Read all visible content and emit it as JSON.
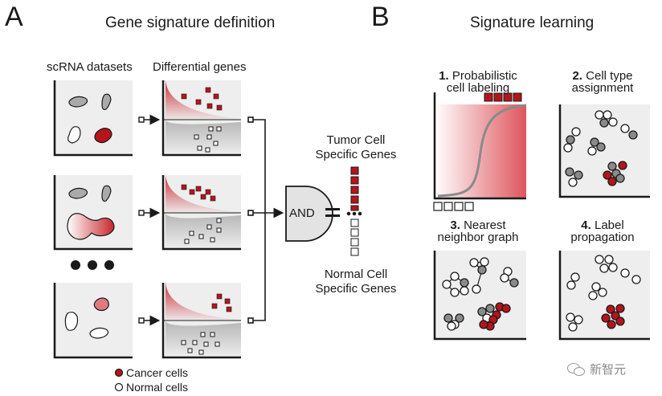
{
  "panel_a": {
    "letter": "A",
    "title": "Gene signature definition",
    "col_datasets": "scRNA datasets",
    "col_genes": "Differential genes",
    "tumor_label_1": "Tumor Cell",
    "tumor_label_2": "Specific Genes",
    "normal_label_1": "Normal Cell",
    "normal_label_2": "Specific Genes",
    "gate": "AND",
    "equals": "=",
    "legend_cancer": "Cancer cells",
    "legend_normal": "Normal cells"
  },
  "panel_b": {
    "letter": "B",
    "title": "Signature learning",
    "steps": [
      {
        "num": "1.",
        "line1": "Probabilistic",
        "line2": "cell labeling"
      },
      {
        "num": "2.",
        "line1": "Cell type",
        "line2": "assignment"
      },
      {
        "num": "3.",
        "line1": "Nearest",
        "line2": "neighbor graph"
      },
      {
        "num": "4.",
        "line1": "Label",
        "line2": "propagation"
      }
    ]
  },
  "watermark": "新智元",
  "colors": {
    "cancer": "#b5141b",
    "normal": "#ffffff",
    "gray_cell": "#8a8a8a",
    "panel_bg": "#eeeeee"
  }
}
